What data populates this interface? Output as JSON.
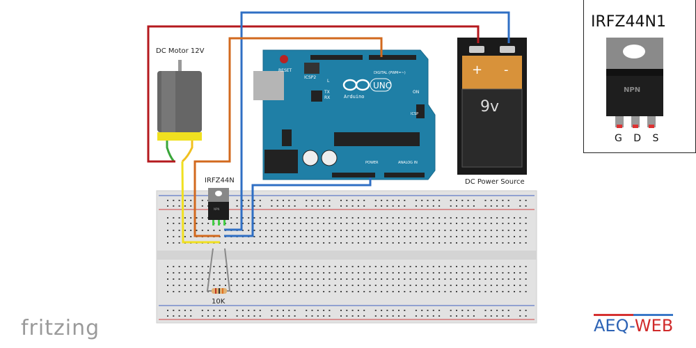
{
  "labels": {
    "motor": "DC Motor 12V",
    "mosfet": "IRFZ44N",
    "resistor": "10K",
    "power": "DC Power Source",
    "battery_voltage": "9v",
    "battery_plus": "+",
    "battery_minus": "-",
    "mosfet_marking": "NPN",
    "arduino_brand": "Arduino",
    "arduino_model": "UNO",
    "arduino_reset": "RESET",
    "arduino_icsp2": "ICSP2",
    "arduino_icsp": "ICSP",
    "arduino_digital": "DIGITAL (PWM=~)",
    "arduino_power": "POWER",
    "arduino_analog": "ANALOG IN",
    "arduino_led_l": "L",
    "arduino_led_tx": "TX",
    "arduino_led_rx": "RX",
    "arduino_on": "ON"
  },
  "reference": {
    "title": "IRFZ44N1",
    "marking": "NPN",
    "pins": "G D S"
  },
  "logos": {
    "fritzing": "fritzing",
    "aeq_left": "AEQ-",
    "aeq_right": "WEB"
  },
  "colors": {
    "wire_red": "#b5191e",
    "wire_blue": "#2f6fc4",
    "wire_orange": "#d2691e",
    "wire_yellow": "#f0e020",
    "arduino": "#1f7fa6",
    "breadboard": "#e4e4e4"
  }
}
